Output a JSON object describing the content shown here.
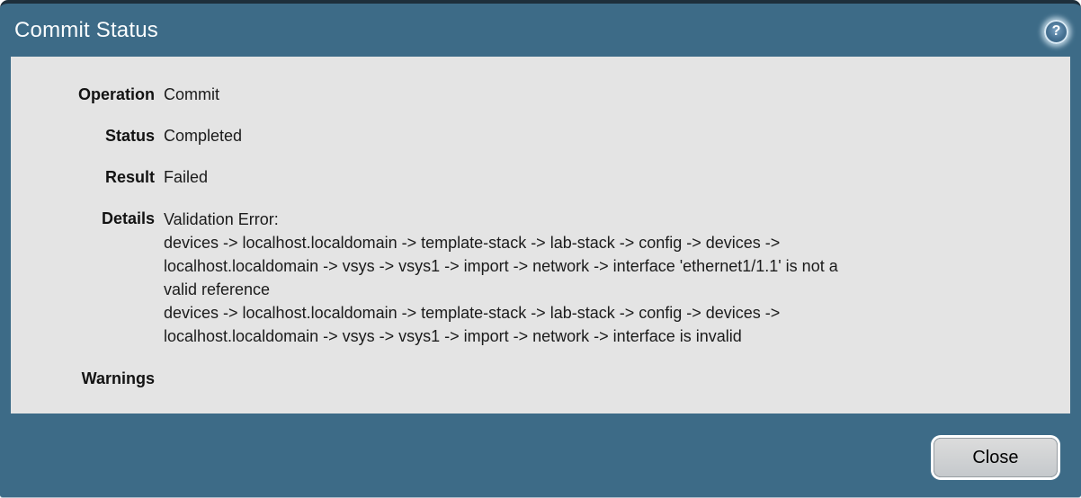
{
  "dialog": {
    "title": "Commit Status",
    "help_glyph": "?",
    "fields": [
      {
        "label": "Operation",
        "value": "Commit"
      },
      {
        "label": "Status",
        "value": "Completed"
      },
      {
        "label": "Result",
        "value": "Failed"
      },
      {
        "label": "Details",
        "value": "Validation Error:\ndevices -> localhost.localdomain -> template-stack -> lab-stack -> config -> devices ->\nlocalhost.localdomain -> vsys -> vsys1 -> import -> network -> interface 'ethernet1/1.1' is not a\nvalid reference\ndevices -> localhost.localdomain -> template-stack -> lab-stack -> config -> devices ->\nlocalhost.localdomain -> vsys -> vsys1 -> import -> network -> interface is invalid"
      },
      {
        "label": "Warnings",
        "value": ""
      }
    ],
    "close_label": "Close"
  },
  "colors": {
    "titlebar_blue": "#3d6b87",
    "top_edge_navy": "#1e2f3b",
    "panel_gray": "#e4e4e4",
    "button_face_gray": "#cdd0d3",
    "title_text": "#fbfdfe",
    "body_text": "#1b1b1b"
  }
}
